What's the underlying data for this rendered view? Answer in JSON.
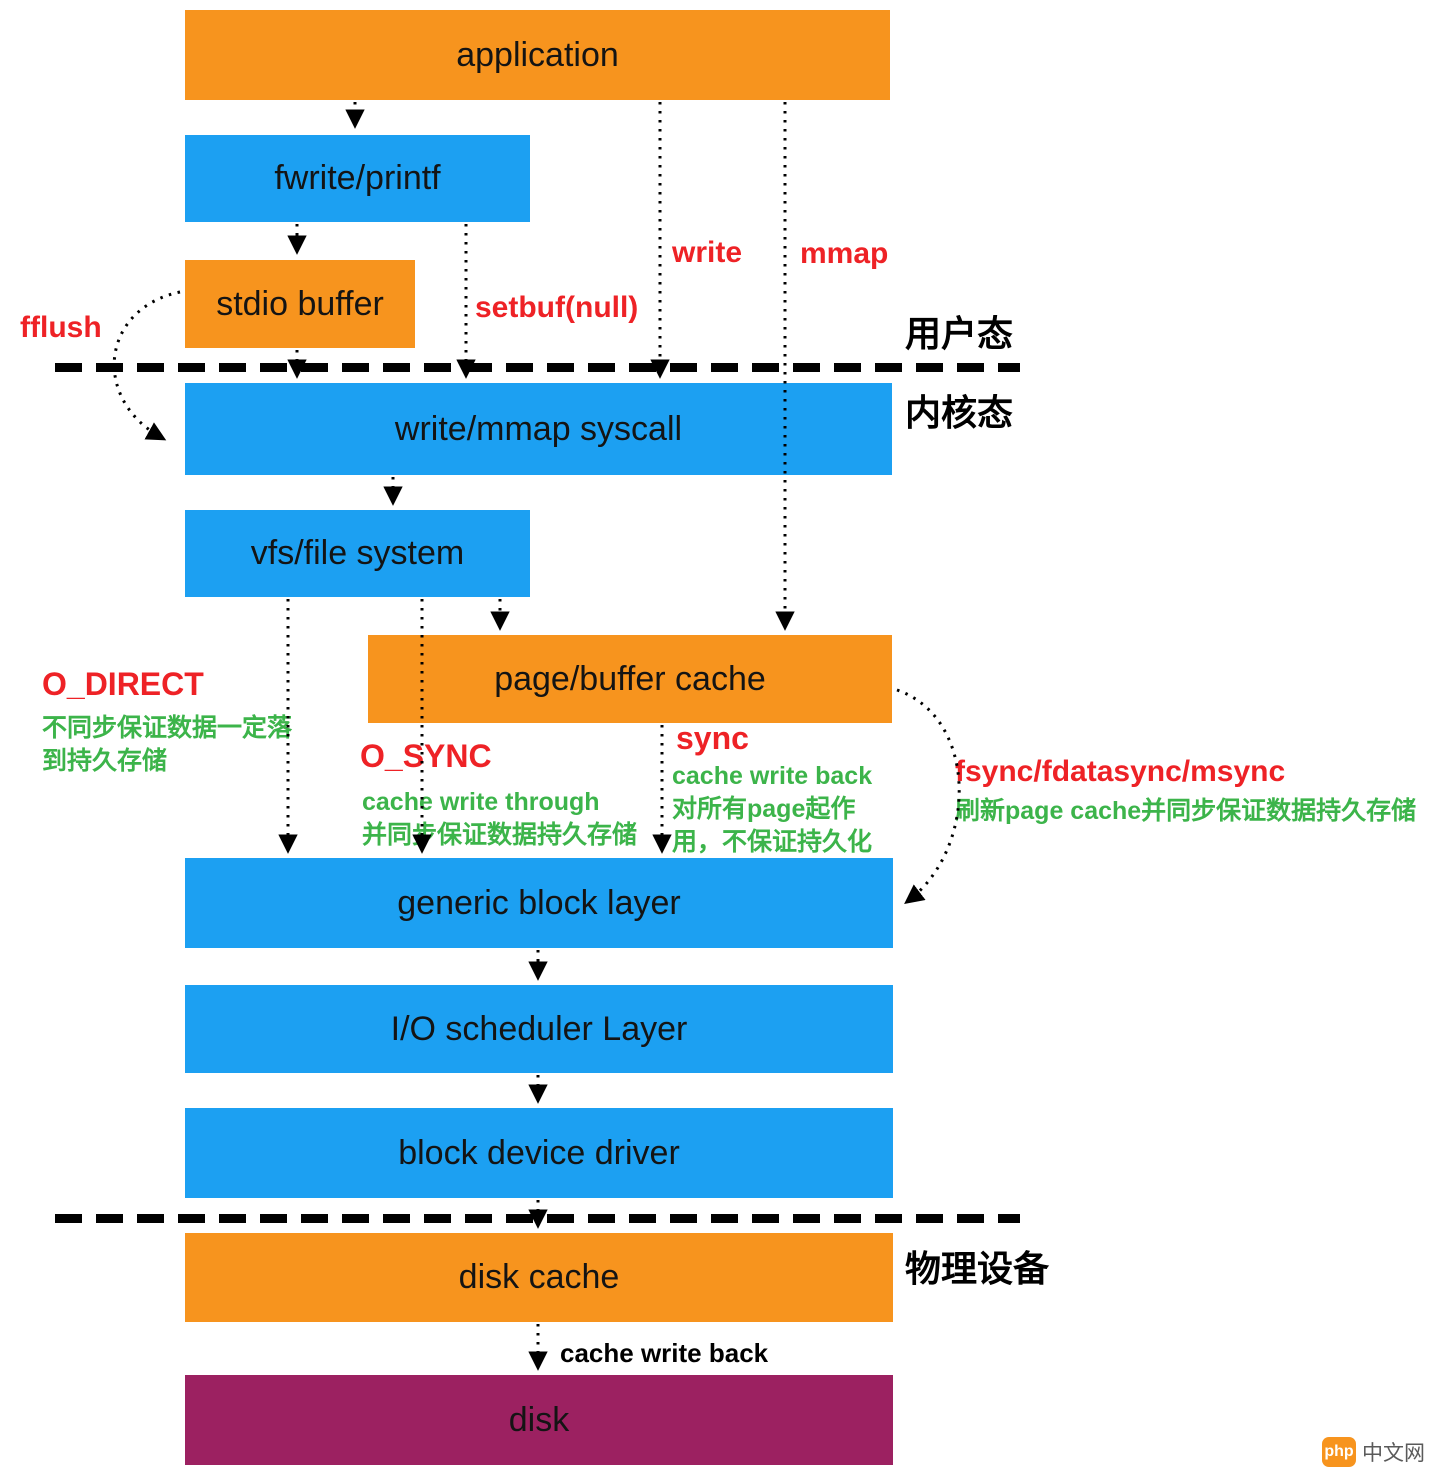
{
  "layers": {
    "application": "application",
    "fwrite": "fwrite/printf",
    "stdio": "stdio buffer",
    "syscall": "write/mmap syscall",
    "vfs": "vfs/file system",
    "pagecache": "page/buffer cache",
    "block": "generic block layer",
    "iosched": "I/O scheduler Layer",
    "driver": "block device driver",
    "diskcache": "disk cache",
    "disk": "disk"
  },
  "regions": {
    "user_mode": "用户态",
    "kernel_mode": "内核态",
    "physical_device": "物理设备"
  },
  "red_labels": {
    "fflush": "fflush",
    "setbuf": "setbuf(null)",
    "write": "write",
    "mmap": "mmap",
    "o_direct": "O_DIRECT",
    "o_sync": "O_SYNC",
    "sync": "sync",
    "fsync": "fsync/fdatasync/msync"
  },
  "green_notes": {
    "o_direct_line1": "不同步保证数据一定落",
    "o_direct_line2": "到持久存储",
    "o_sync_line1": "cache write through",
    "o_sync_line2": "并同步保证数据持久存储",
    "sync_line1": "cache write back",
    "sync_line2": "对所有page起作",
    "sync_line3": "用，不保证持久化",
    "fsync_line1": "刷新page cache并同步保证数据持久存储"
  },
  "black_notes": {
    "disk_writeback": "cache write back"
  },
  "watermark": {
    "logo": "php",
    "text": "中文网"
  },
  "colors": {
    "orange": "#F7941E",
    "blue": "#1CA0F2",
    "purple": "#9C2161",
    "red_text": "#EE2226",
    "green_text": "#3CB44A",
    "black": "#000000"
  }
}
